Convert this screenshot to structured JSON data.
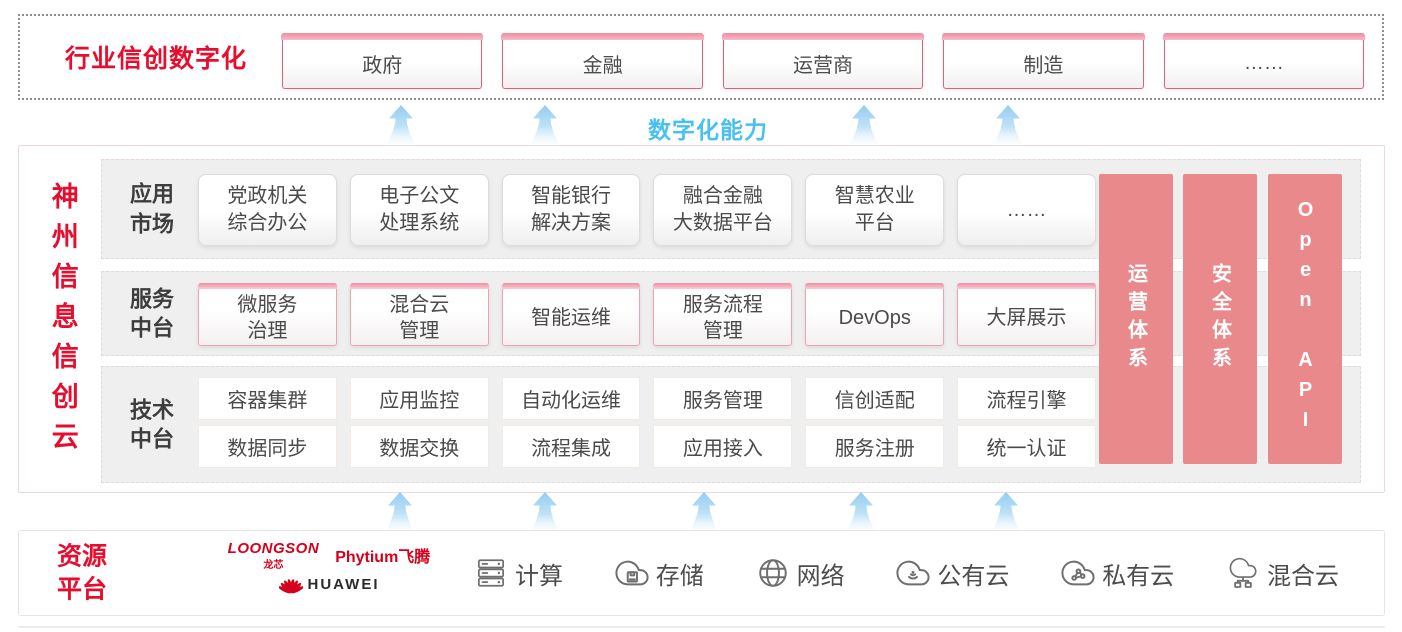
{
  "top_section": {
    "title": "行业信创数字化",
    "industries": [
      "政府",
      "金融",
      "运营商",
      "制造",
      "……"
    ]
  },
  "capability_label": "数字化能力",
  "platform": {
    "title": "神州信息信创云",
    "rows": [
      {
        "label": "应用\n市场",
        "items": [
          "党政机关\n综合办公",
          "电子公文\n处理系统",
          "智能银行\n解决方案",
          "融合金融\n大数据平台",
          "智慧农业\n平台",
          "……"
        ]
      },
      {
        "label": "服务\n中台",
        "items": [
          "微服务\n治理",
          "混合云\n管理",
          "智能运维",
          "服务流程\n管理",
          "DevOps",
          "大屏展示"
        ]
      },
      {
        "label": "技术\n中台",
        "items_row1": [
          "容器集群",
          "应用监控",
          "自动化运维",
          "服务管理",
          "信创适配",
          "流程引擎"
        ],
        "items_row2": [
          "数据同步",
          "数据交换",
          "流程集成",
          "应用接入",
          "服务注册",
          "统一认证"
        ]
      }
    ],
    "pillars": [
      "运营体系",
      "安全体系",
      "Open API"
    ]
  },
  "resource_section": {
    "title": "资源\n平台",
    "vendors": {
      "loongson": "LOONGSON",
      "loongson_cn": "龙芯",
      "phytium": "Phytium飞腾",
      "huawei": "HUAWEI"
    },
    "items": [
      {
        "icon": "compute-icon",
        "label": "计算"
      },
      {
        "icon": "storage-icon",
        "label": "存储"
      },
      {
        "icon": "network-icon",
        "label": "网络"
      },
      {
        "icon": "public-cloud-icon",
        "label": "公有云"
      },
      {
        "icon": "private-cloud-icon",
        "label": "私有云"
      },
      {
        "icon": "hybrid-cloud-icon",
        "label": "混合云"
      }
    ]
  },
  "colors": {
    "accent_red": "#e60e2e",
    "vendor_red": "#d6001c",
    "pillar_salmon": "#e9898c",
    "pink_border": "#f0a2b2",
    "capability_blue": "#49c0f0",
    "arrow_blue": "#93cdf1",
    "row_gray": "#efefef",
    "text_gray": "#4a4a4a"
  }
}
